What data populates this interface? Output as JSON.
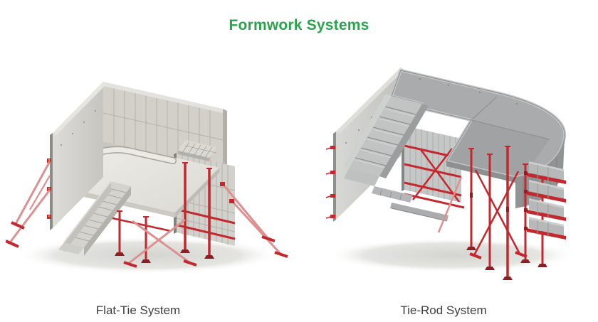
{
  "page": {
    "title": "Formwork Systems"
  },
  "figures": [
    {
      "name": "flat-tie-system",
      "caption": "Flat-Tie System"
    },
    {
      "name": "tie-rod-system",
      "caption": "Tie-Rod System"
    }
  ],
  "colors": {
    "background": "#ffffff",
    "title_green": "#2aa34c",
    "caption_gray": "#3e3e3e",
    "red": "#c2282e",
    "red_dark": "#8f1d22",
    "red_light": "#dd9090",
    "panel_light": "#e9e8e3",
    "panel_mid": "#cdcbc5",
    "panel_shadow": "#b4b2ac",
    "deck_gray": "#a9abac",
    "deck_edge": "#c3c5c5",
    "shadow": "#d9d9d6"
  }
}
